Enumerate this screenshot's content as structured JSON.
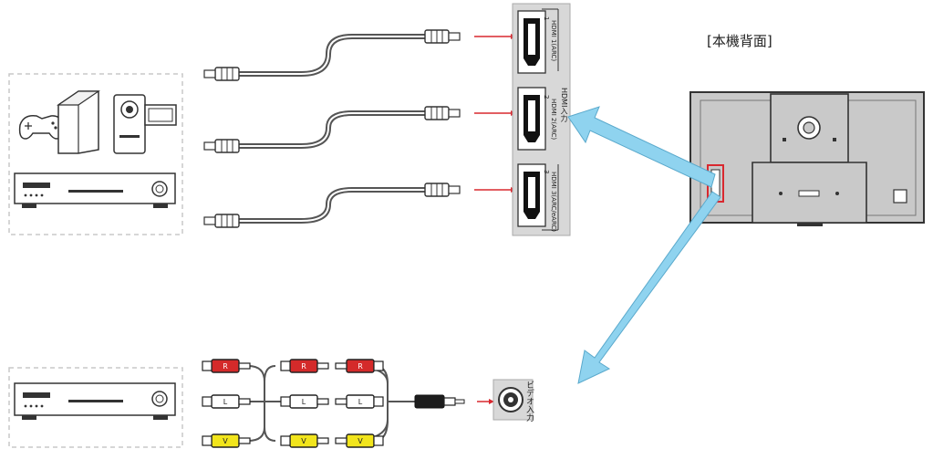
{
  "diagram": {
    "rear_view_label": "[本機背面]",
    "hdmi_ports": [
      {
        "number": "1",
        "label": "HDMI 1(ARC)"
      },
      {
        "number": "2",
        "label": "HDMI 2(ARC)"
      },
      {
        "number": "3",
        "label": "HDMI 3(ARC/eARC)"
      }
    ],
    "hdmi_group_label": "HDMI入力",
    "video_input_label": "ビデオ入力",
    "plug_letters": {
      "red": "R",
      "white": "L",
      "yellow": "V"
    },
    "colors": {
      "highlight_arrow": "#8fd3ef",
      "hdmi_pointer": "#d9282f",
      "tv_body": "#c9c9c9",
      "plug_red": "#d42a2a",
      "plug_white": "#ffffff",
      "plug_yellow": "#f2e51c"
    }
  }
}
